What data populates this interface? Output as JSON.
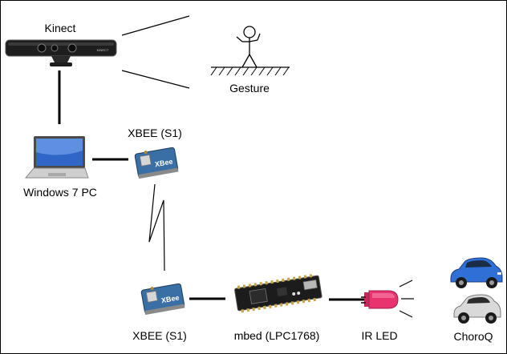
{
  "labels": {
    "kinect": "Kinect",
    "gesture": "Gesture",
    "pc": "Windows 7 PC",
    "xbee_top": "XBEE (S1)",
    "xbee_bottom": "XBEE (S1)",
    "mbed": "mbed (LPC1768)",
    "ir_led": "IR LED",
    "choroq": "ChoroQ",
    "kinect_badge": "KINECT",
    "xbee_chip_text": "XBee"
  },
  "icons": {
    "kinect": "kinect-sensor-icon",
    "gesture": "stick-figure-icon",
    "pc": "laptop-icon",
    "xbee": "xbee-module-icon",
    "mbed": "mbed-board-icon",
    "ir_led": "ir-led-icon",
    "choroq": "toy-car-icon"
  },
  "colors": {
    "line": "#000000",
    "led": "#e8336f",
    "car_blue": "#2f6fd6",
    "car_silver": "#d9d9d9",
    "xbee_blue": "#3a6fa6",
    "board": "#1c1c1c"
  }
}
